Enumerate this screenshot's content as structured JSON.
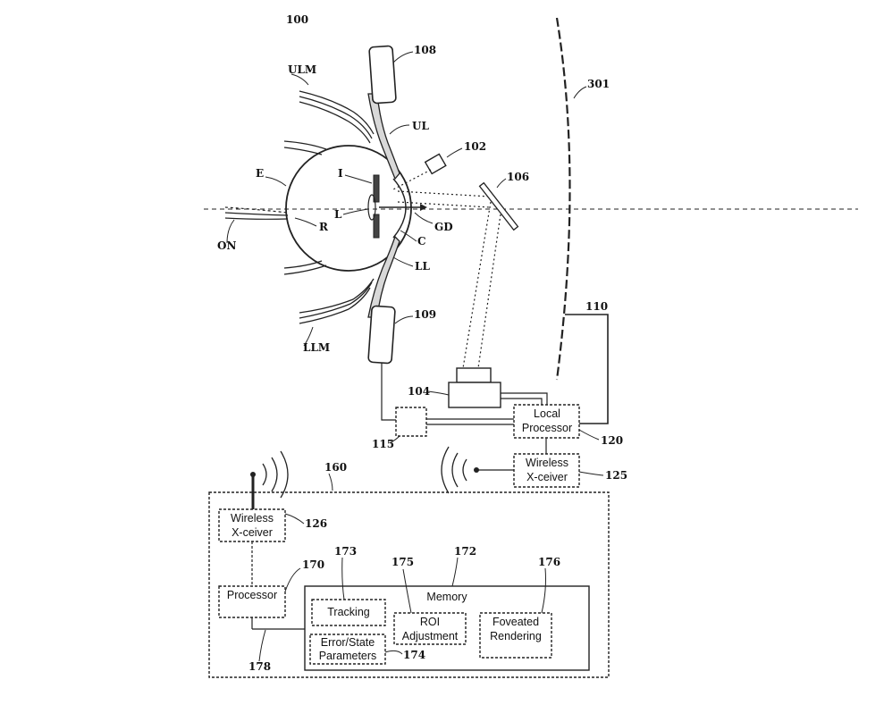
{
  "refs": {
    "fig": "100",
    "ulm": "ULM",
    "llm": "LLM",
    "ul": "UL",
    "ll": "LL",
    "e": "E",
    "i": "I",
    "l": "L",
    "r": "R",
    "c": "C",
    "gd": "GD",
    "on": "ON",
    "r108": "108",
    "r109": "109",
    "r102": "102",
    "r106": "106",
    "r301": "301",
    "r110": "110",
    "r104": "104",
    "r115": "115",
    "r120": "120",
    "r125": "125",
    "r160": "160",
    "r126": "126",
    "r170": "170",
    "r173": "173",
    "r175": "175",
    "r172": "172",
    "r176": "176",
    "r174": "174",
    "r178": "178"
  },
  "boxes": {
    "local_processor": [
      "Local",
      "Processor"
    ],
    "wireless_local": [
      "Wireless",
      "X-ceiver"
    ],
    "wireless_remote": [
      "Wireless",
      "X-ceiver"
    ],
    "processor": "Processor",
    "memory": "Memory",
    "tracking": "Tracking",
    "roi": [
      "ROI",
      "Adjustment"
    ],
    "foveated": [
      "Foveated",
      "Rendering"
    ],
    "error_state": [
      "Error/State",
      "Parameters"
    ]
  }
}
